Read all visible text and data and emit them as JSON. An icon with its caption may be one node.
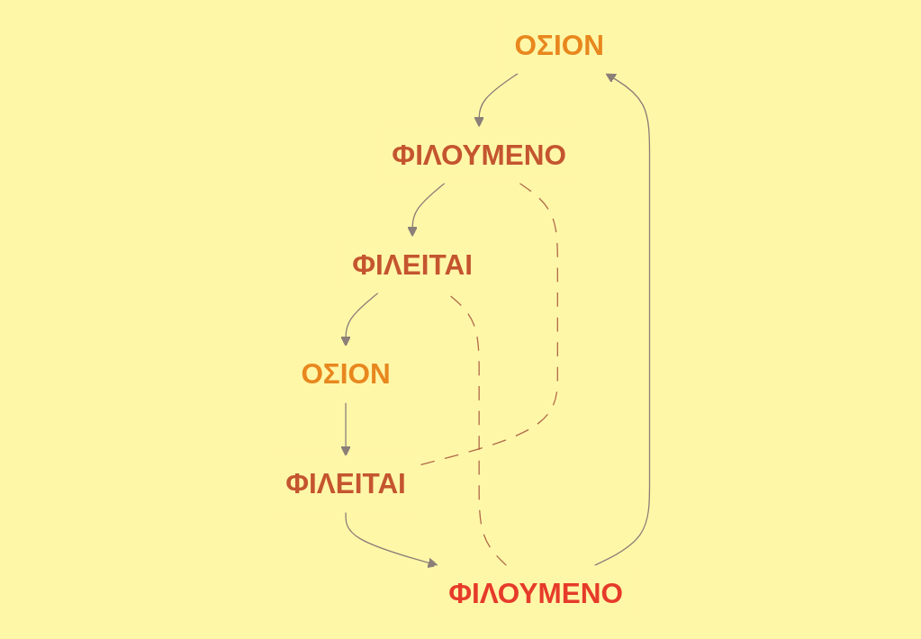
{
  "diagram": {
    "nodes": [
      {
        "text": [
          "ΟΣΙΟΝ"
        ]
      },
      {
        "text": [
          "ΦΙΛΟΥΜΕΝΟ"
        ]
      },
      {
        "text": [
          "ΦΙΛΟΥΜΕΝΟ"
        ]
      },
      {
        "text": [
          "ΦΙΛΕΙΤΑΙ"
        ]
      },
      {
        "text": [
          "ΦΙΛΕΙΤΑΙ"
        ]
      },
      {
        "text": [
          "ΟΣΙΟΝ"
        ]
      }
    ],
    "edges": [
      {
        "from": 0,
        "to": 2,
        "arrow": "to"
      },
      {
        "from": 2,
        "to": 4,
        "arrow": "to"
      },
      {
        "from": 4,
        "to": 5,
        "arrow": "to"
      },
      {
        "from": 5,
        "to": 3,
        "arrow": "to"
      },
      {
        "from": 3,
        "to": 1,
        "arrow": "to"
      },
      {
        "from": 1,
        "to": 0,
        "arrow": "to"
      },
      {
        "from": 1,
        "to": 4,
        "arrow": "none",
        "style": "dashed",
        "color": "#b0694a"
      },
      {
        "from": 2,
        "to": 3,
        "arrow": "none",
        "style": "dashed",
        "color": "#b0694a"
      }
    ]
  }
}
